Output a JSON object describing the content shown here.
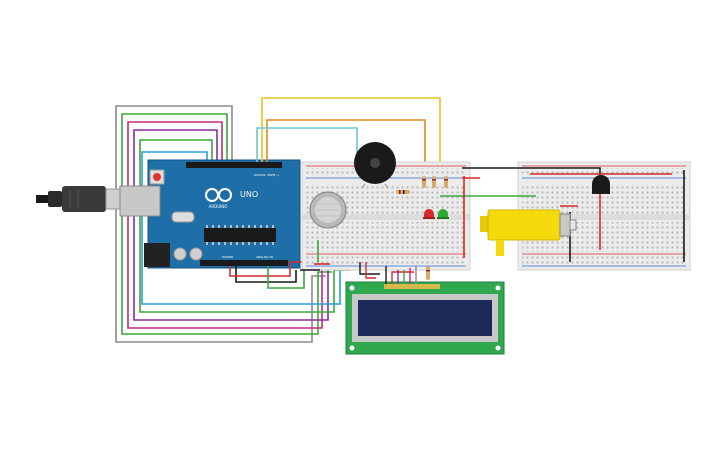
{
  "arduino": {
    "brand": "ARDUINO",
    "model": "UNO",
    "digital_header": "DIGITAL (PWM~)",
    "power_header": "POWER",
    "analog_header": "ANALOG IN",
    "color": "#1e6ea7"
  },
  "lcd": {
    "screen_color": "#1c2a5a",
    "pcb_color": "#2fa84f"
  },
  "motor": {
    "body_color": "#f5d90a"
  },
  "wire_colors": {
    "red": "#d62b2b",
    "black": "#1a1a1a",
    "yellow": "#e8c21c",
    "orange": "#e08a1a",
    "cyan": "#6ec6d6",
    "green": "#3aa83a",
    "purple": "#8a2c9a",
    "magenta": "#c02a7a",
    "grey": "#8c8c8c",
    "blue": "#2a6ad6"
  }
}
